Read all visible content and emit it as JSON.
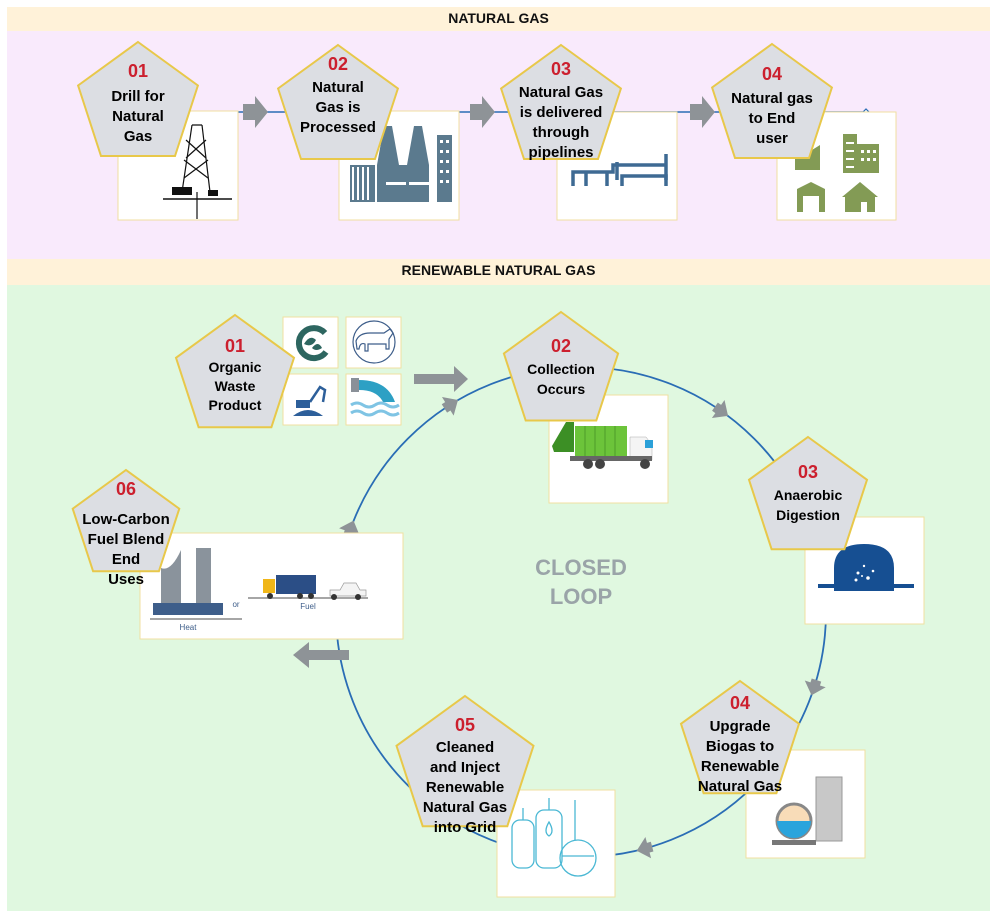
{
  "natural_gas": {
    "title": "NATURAL GAS",
    "steps": [
      {
        "num": "01",
        "lines": [
          "Drill for",
          "Natural",
          "Gas"
        ],
        "image": "oil-rig-icon"
      },
      {
        "num": "02",
        "lines": [
          "Natural",
          "Gas is",
          "Processed"
        ],
        "image": "factory-icon"
      },
      {
        "num": "03",
        "lines": [
          "Natural Gas",
          "is delivered",
          "through",
          "pipelines"
        ],
        "image": "pipeline-icon"
      },
      {
        "num": "04",
        "lines": [
          "Natural gas",
          "to End",
          "user"
        ],
        "image": "buildings-icon"
      }
    ]
  },
  "renewable_natural_gas": {
    "title": "RENEWABLE NATURAL GAS",
    "center_label": [
      "CLOSED",
      "LOOP"
    ],
    "steps": [
      {
        "num": "01",
        "lines": [
          "Organic",
          "Waste",
          "Product"
        ],
        "images": [
          "recycle-leaf-icon",
          "cow-icon",
          "excavator-icon",
          "outflow-pipe-icon"
        ]
      },
      {
        "num": "02",
        "lines": [
          "Collection",
          "Occurs"
        ],
        "image": "garbage-truck-icon"
      },
      {
        "num": "03",
        "lines": [
          "Anaerobic",
          "Digestion"
        ],
        "image": "digester-icon"
      },
      {
        "num": "04",
        "lines": [
          "Upgrade",
          "Biogas to",
          "Renewable",
          "Natural Gas"
        ],
        "image": "upgrading-plant-icon"
      },
      {
        "num": "05",
        "lines": [
          "Cleaned",
          "and Inject",
          "Renewable",
          "Natural Gas",
          "into Grid"
        ],
        "image": "gas-tanks-icon"
      },
      {
        "num": "06",
        "lines": [
          "Low-Carbon",
          "Fuel Blend",
          "End",
          "Uses"
        ],
        "image": "heat-or-fuel-icon",
        "captions": {
          "heat": "Heat",
          "or": "or",
          "fuel": "Fuel"
        }
      }
    ]
  },
  "colors": {
    "step_number": "#cc1f2e",
    "pentagon_fill": "#dcdee3",
    "pentagon_border": "#e8c84a",
    "flow_line": "#2a6db5",
    "arrow": "#8e9397",
    "title_band": "#fff2d9",
    "ng_background": "#f9eafc",
    "rng_background": "#e0f8e0"
  }
}
